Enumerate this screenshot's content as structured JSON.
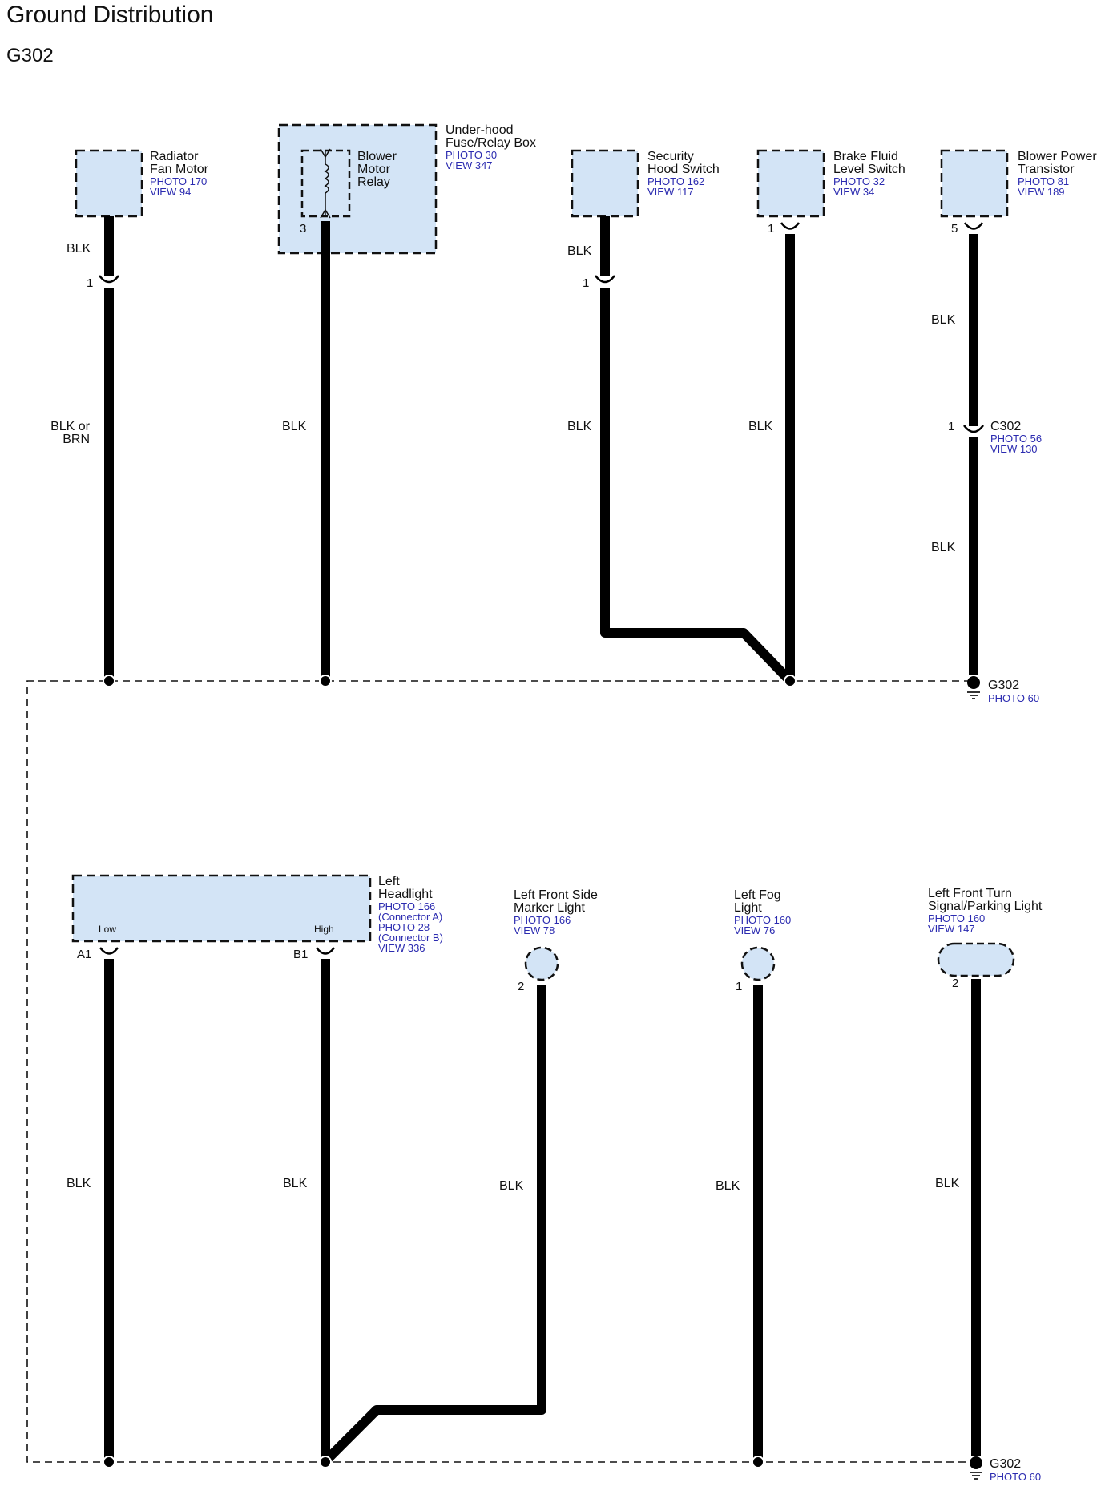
{
  "title": "Ground Distribution",
  "subtitle": "G302",
  "components": {
    "radiator": {
      "name1": "Radiator",
      "name2": "Fan Motor",
      "ref1": "PHOTO 170",
      "ref2": "VIEW 94",
      "pin": "1",
      "wire_top": "BLK",
      "wire_mid1": "BLK or",
      "wire_mid2": "BRN"
    },
    "relay": {
      "name1": "Blower",
      "name2": "Motor",
      "name3": "Relay",
      "pin": "3",
      "wire": "BLK"
    },
    "fusebox": {
      "name1": "Under-hood",
      "name2": "Fuse/Relay Box",
      "ref1": "PHOTO 30",
      "ref2": "VIEW 347"
    },
    "security": {
      "name1": "Security",
      "name2": "Hood Switch",
      "ref1": "PHOTO 162",
      "ref2": "VIEW 117",
      "pin": "1",
      "wire_top": "BLK",
      "wire_mid": "BLK"
    },
    "brake": {
      "name1": "Brake Fluid",
      "name2": "Level Switch",
      "ref1": "PHOTO 32",
      "ref2": "VIEW 34",
      "pin": "1",
      "wire": "BLK"
    },
    "blower_pt": {
      "name1": "Blower Power",
      "name2": "Transistor",
      "ref1": "PHOTO 81",
      "ref2": "VIEW 189",
      "pin": "5",
      "wire_top": "BLK",
      "wire_bottom": "BLK"
    },
    "c302": {
      "name": "C302",
      "ref1": "PHOTO 56",
      "ref2": "VIEW 130",
      "pin": "1"
    },
    "headlight": {
      "name1": "Left",
      "name2": "Headlight",
      "ref1": "PHOTO 166",
      "ref2": "(Connector A)",
      "ref3": "PHOTO 28",
      "ref4": "(Connector B)",
      "ref5": "VIEW 336",
      "low": "Low",
      "high": "High",
      "pin_a": "A1",
      "pin_b": "B1",
      "wire_a": "BLK",
      "wire_b": "BLK"
    },
    "side_marker": {
      "name1": "Left Front Side",
      "name2": "Marker Light",
      "ref1": "PHOTO 166",
      "ref2": "VIEW 78",
      "pin": "2",
      "wire": "BLK"
    },
    "fog": {
      "name1": "Left Fog",
      "name2": "Light",
      "ref1": "PHOTO 160",
      "ref2": "VIEW 76",
      "pin": "1",
      "wire": "BLK"
    },
    "turn": {
      "name1": "Left Front Turn",
      "name2": "Signal/Parking Light",
      "ref1": "PHOTO 160",
      "ref2": "VIEW 147",
      "pin": "2",
      "wire": "BLK"
    }
  },
  "grounds": {
    "top": {
      "name": "G302",
      "ref": "PHOTO 60"
    },
    "bottom": {
      "name": "G302",
      "ref": "PHOTO 60"
    }
  },
  "colors": {
    "component_fill": "#d3e4f6",
    "reference_text": "#2b2bb0",
    "wire": "#000000"
  }
}
